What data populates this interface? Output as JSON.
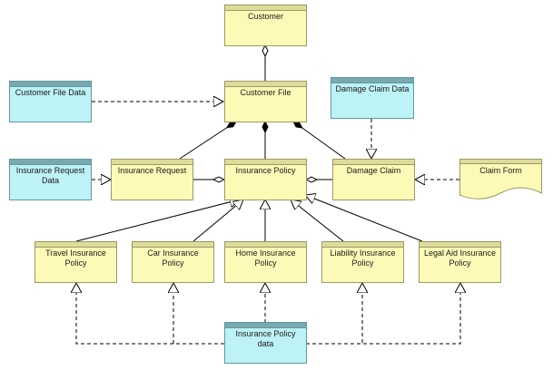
{
  "diagram": {
    "customer": "Customer",
    "customer_file": "Customer File",
    "customer_file_data": "Customer File Data",
    "damage_claim_data": "Damage Claim Data",
    "insurance_request_data": "Insurance Request Data",
    "insurance_request": "Insurance Request",
    "insurance_policy": "Insurance Policy",
    "damage_claim": "Damage Claim",
    "claim_form": "Claim Form",
    "travel_insurance_policy": "Travel Insurance Policy",
    "car_insurance_policy": "Car Insurance Policy",
    "home_insurance_policy": "Home Insurance Policy",
    "liability_insurance_policy": "Liability Insurance Policy",
    "legal_aid_insurance_policy": "Legal Aid Insurance Policy",
    "insurance_policy_data": "Insurance Policy data"
  },
  "colors": {
    "business_object_fill": "#fdfab7",
    "business_object_header": "#dedc9b",
    "data_object_fill": "#bdf2f6",
    "data_object_header": "#79a9ae",
    "connector": "#000000"
  }
}
